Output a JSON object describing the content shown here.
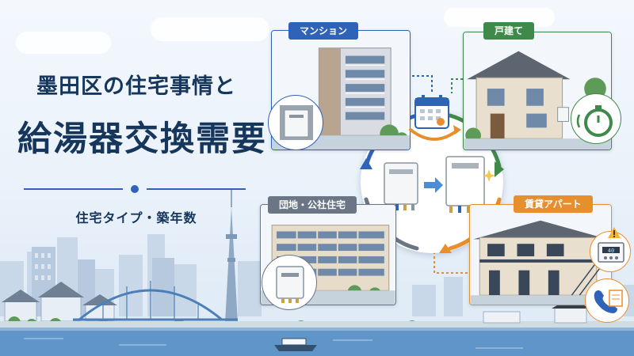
{
  "title": {
    "line1": "墨田区の住宅事情と",
    "line2": "給湯器交換需要",
    "subtitle": "住宅タイプ・築年数"
  },
  "cards": {
    "mansion": {
      "label": "マンション"
    },
    "kodate": {
      "label": "戸建て"
    },
    "danchi": {
      "label": "団地・公社住宅"
    },
    "apartment": {
      "label": "賃貸アパート"
    }
  },
  "panel": {
    "display": "40"
  },
  "colors": {
    "navy": "#17365c",
    "blue": "#2e63b7",
    "green": "#3f8a4a",
    "slate": "#6a7586",
    "orange": "#e98e2c"
  },
  "icons": [
    "calendar-icon",
    "timer-icon",
    "warning-icon",
    "phone-icon",
    "document-icon",
    "sparkle-icon",
    "arrow-right-icon"
  ]
}
